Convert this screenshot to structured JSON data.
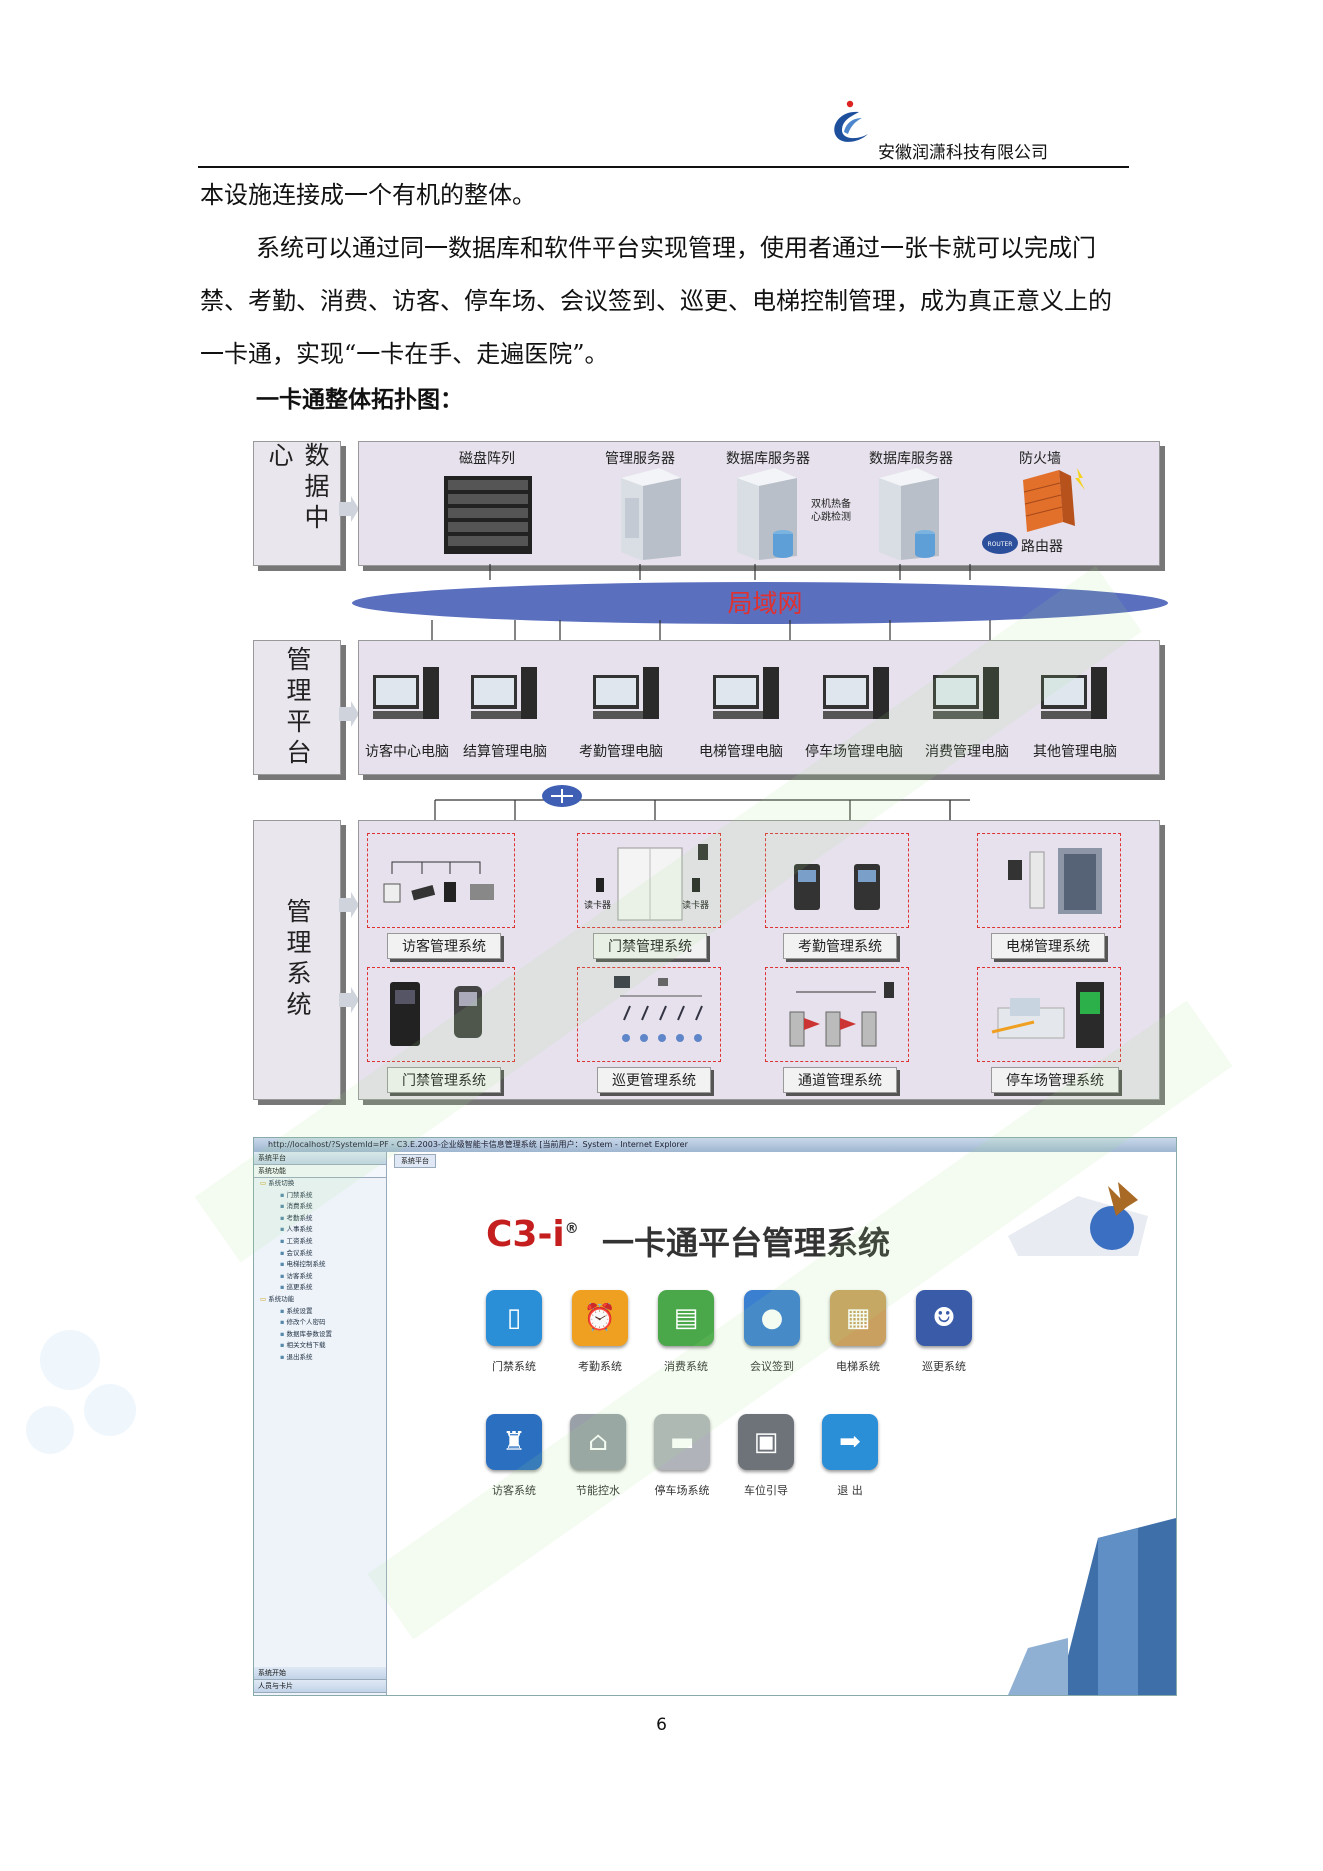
{
  "header": {
    "company": "安徽润潇科技有限公司"
  },
  "body": {
    "line_continue": "本设施连接成一个有机的整体。",
    "paragraph": "系统可以通过同一数据库和软件平台实现管理，使用者通过一张卡就可以完成门禁、考勤、消费、访客、停车场、会议签到、巡更、电梯控制管理，成为真正意义上的一卡通，实现“一卡在手、走遍医院”。",
    "heading": "一卡通整体拓扑图："
  },
  "diagram": {
    "tiers": [
      "数据中心",
      "管理平台",
      "管理系统"
    ],
    "datacenter": [
      "磁盘阵列",
      "管理服务器",
      "数据库服务器",
      "数据库服务器",
      "防火墙"
    ],
    "hotbackup": [
      "双机热备",
      "心跳检测"
    ],
    "router": "路由器",
    "router_chip": "ROUTER",
    "lan": "局域网",
    "computers": [
      "访客中心电脑",
      "结算管理电脑",
      "考勤管理电脑",
      "电梯管理电脑",
      "停车场管理电脑",
      "消费管理电脑",
      "其他管理电脑"
    ],
    "reader": "读卡器",
    "systems_top": [
      "访客管理系统",
      "门禁管理系统",
      "考勤管理系统",
      "电梯管理系统"
    ],
    "systems_bottom": [
      "门禁管理系统",
      "巡更管理系统",
      "通道管理系统",
      "停车场管理系统"
    ]
  },
  "screenshot": {
    "title_bar": "http://localhost/?SystemId=PF - C3.E.2003-企业级智能卡信息管理系统 [当前用户：System - Internet Explorer",
    "sidebar_header": "系统平台",
    "sidebar_section": "系统功能",
    "tree": [
      {
        "level": 1,
        "label": "系统切换"
      },
      {
        "level": 2,
        "label": "门禁系统"
      },
      {
        "level": 2,
        "label": "消费系统"
      },
      {
        "level": 2,
        "label": "考勤系统"
      },
      {
        "level": 2,
        "label": "人事系统"
      },
      {
        "level": 2,
        "label": "工资系统"
      },
      {
        "level": 2,
        "label": "会议系统"
      },
      {
        "level": 2,
        "label": "电梯控制系统"
      },
      {
        "level": 2,
        "label": "访客系统"
      },
      {
        "level": 2,
        "label": "巡更系统"
      },
      {
        "level": 1,
        "label": "系统功能"
      },
      {
        "level": 2,
        "label": "系统设置"
      },
      {
        "level": 2,
        "label": "修改个人密码"
      },
      {
        "level": 2,
        "label": "数据库参数设置"
      },
      {
        "level": 2,
        "label": "相关文档下载"
      },
      {
        "level": 2,
        "label": "退出系统"
      }
    ],
    "sidebar_footer": [
      "系统开始",
      "人员与卡片"
    ],
    "tab": "系统平台",
    "logo_text": "C3-i",
    "logo_sup": "®",
    "app_title": "一卡通平台管理系统",
    "apps_row1": [
      "门禁系统",
      "考勤系统",
      "消费系统",
      "会议签到",
      "电梯系统",
      "巡更系统"
    ],
    "apps_row2": [
      "访客系统",
      "节能控水",
      "停车场系统",
      "车位引导",
      "退  出"
    ]
  },
  "page_number": "6",
  "colors": {
    "lan": "#5b6fbf",
    "lan_text": "#e03030",
    "dash": "#dd3333",
    "panel": "#e6e1ec"
  }
}
